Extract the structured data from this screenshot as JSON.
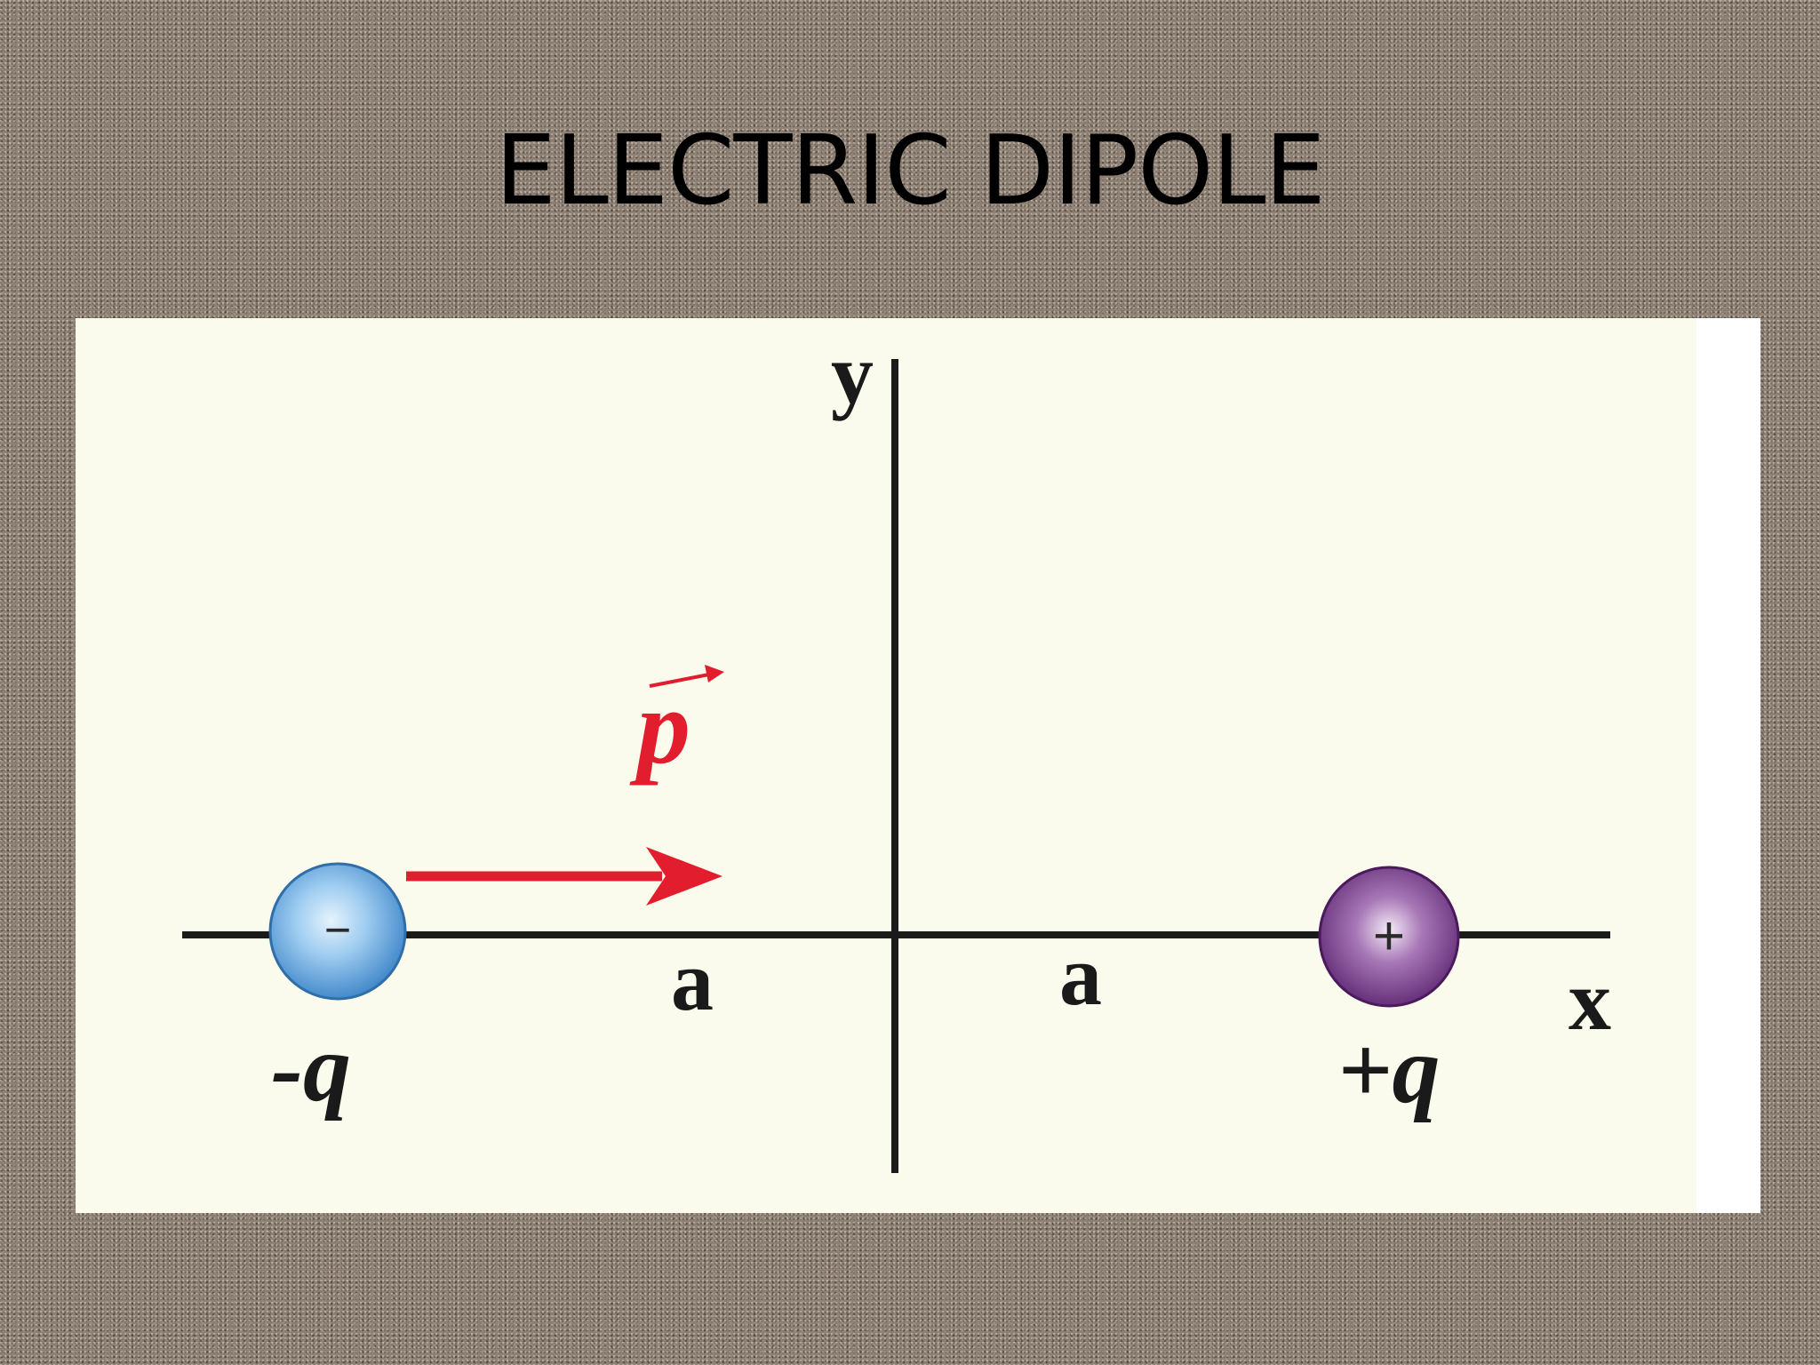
{
  "slide": {
    "title": "ELECTRIC DIPOLE"
  },
  "diagram": {
    "axis_y_label": "y",
    "axis_x_label": "x",
    "vector_label": "p",
    "left_distance_label": "a",
    "right_distance_label": "a",
    "negative_charge": {
      "sign": "−",
      "label": "-q",
      "color": "#6aaee0"
    },
    "positive_charge": {
      "sign": "+",
      "label": "+q",
      "color": "#7a3a8c"
    },
    "dipole_arrow_color": "#e11d2e"
  }
}
